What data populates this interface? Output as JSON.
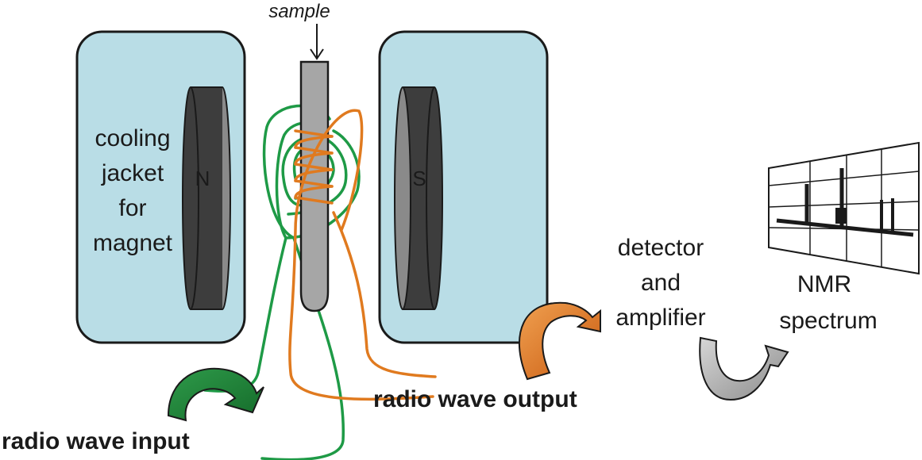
{
  "labels": {
    "sample": "sample",
    "cooling_jacket": [
      "cooling",
      "jacket",
      "for",
      "magnet"
    ],
    "pole_north": "N",
    "pole_south": "S",
    "detector": [
      "detector",
      "and",
      "amplifier"
    ],
    "nmr_spectrum": [
      "NMR",
      "spectrum"
    ],
    "radio_wave_output": "radio wave output",
    "radio_wave_input": "radio wave input"
  },
  "colors": {
    "jacket_fill": "#b9dde6",
    "magnet_dark": "#3d3d3d",
    "magnet_rim": "#8a8a8a",
    "sample_tube": "#a6a6a6",
    "input_coil": "#1e9a46",
    "output_coil": "#e07a1f",
    "input_arrow": "#1f7a34",
    "output_arrow": "#d9661a",
    "spectrum_arrow": "#a6a6a6"
  }
}
